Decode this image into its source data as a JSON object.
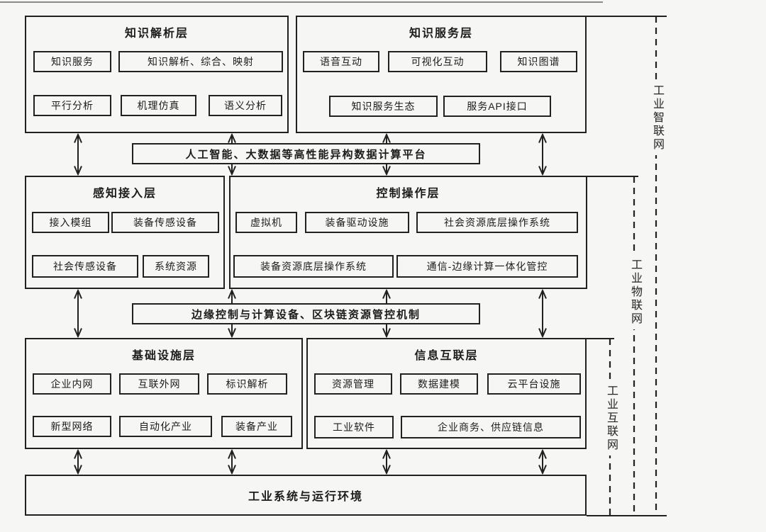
{
  "layers": [
    {
      "title": "知识解析层",
      "items": [
        "知识服务",
        "知识解析、综合、映射",
        "平行分析",
        "机理仿真",
        "语义分析"
      ]
    },
    {
      "title": "知识服务层",
      "items": [
        "语音互动",
        "可视化互动",
        "知识图谱",
        "知识服务生态",
        "服务API接口"
      ]
    },
    {
      "title": "感知接入层",
      "items": [
        "接入模组",
        "装备传感设备",
        "社会传感设备",
        "系统资源"
      ]
    },
    {
      "title": "控制操作层",
      "items": [
        "虚拟机",
        "装备驱动设施",
        "社会资源底层操作系统",
        "装备资源底层操作系统",
        "通信-边缘计算一体化管控"
      ]
    },
    {
      "title": "基础设施层",
      "items": [
        "企业内网",
        "互联外网",
        "标识解析",
        "新型网络",
        "自动化产业",
        "装备产业"
      ]
    },
    {
      "title": "信息互联层",
      "items": [
        "资源管理",
        "数据建模",
        "云平台设施",
        "工业软件",
        "企业商务、供应链信息"
      ]
    }
  ],
  "bars": [
    "人工智能、大数据等高性能异构数据计算平台",
    "边缘控制与计算设备、区块链资源管控机制"
  ],
  "bottom_bar": "工业系统与运行环境",
  "side_labels": [
    "工业智联网",
    "工业物联网",
    "工业互联网"
  ],
  "colors": {
    "line": "#212121",
    "background": "#f6f6f4"
  }
}
